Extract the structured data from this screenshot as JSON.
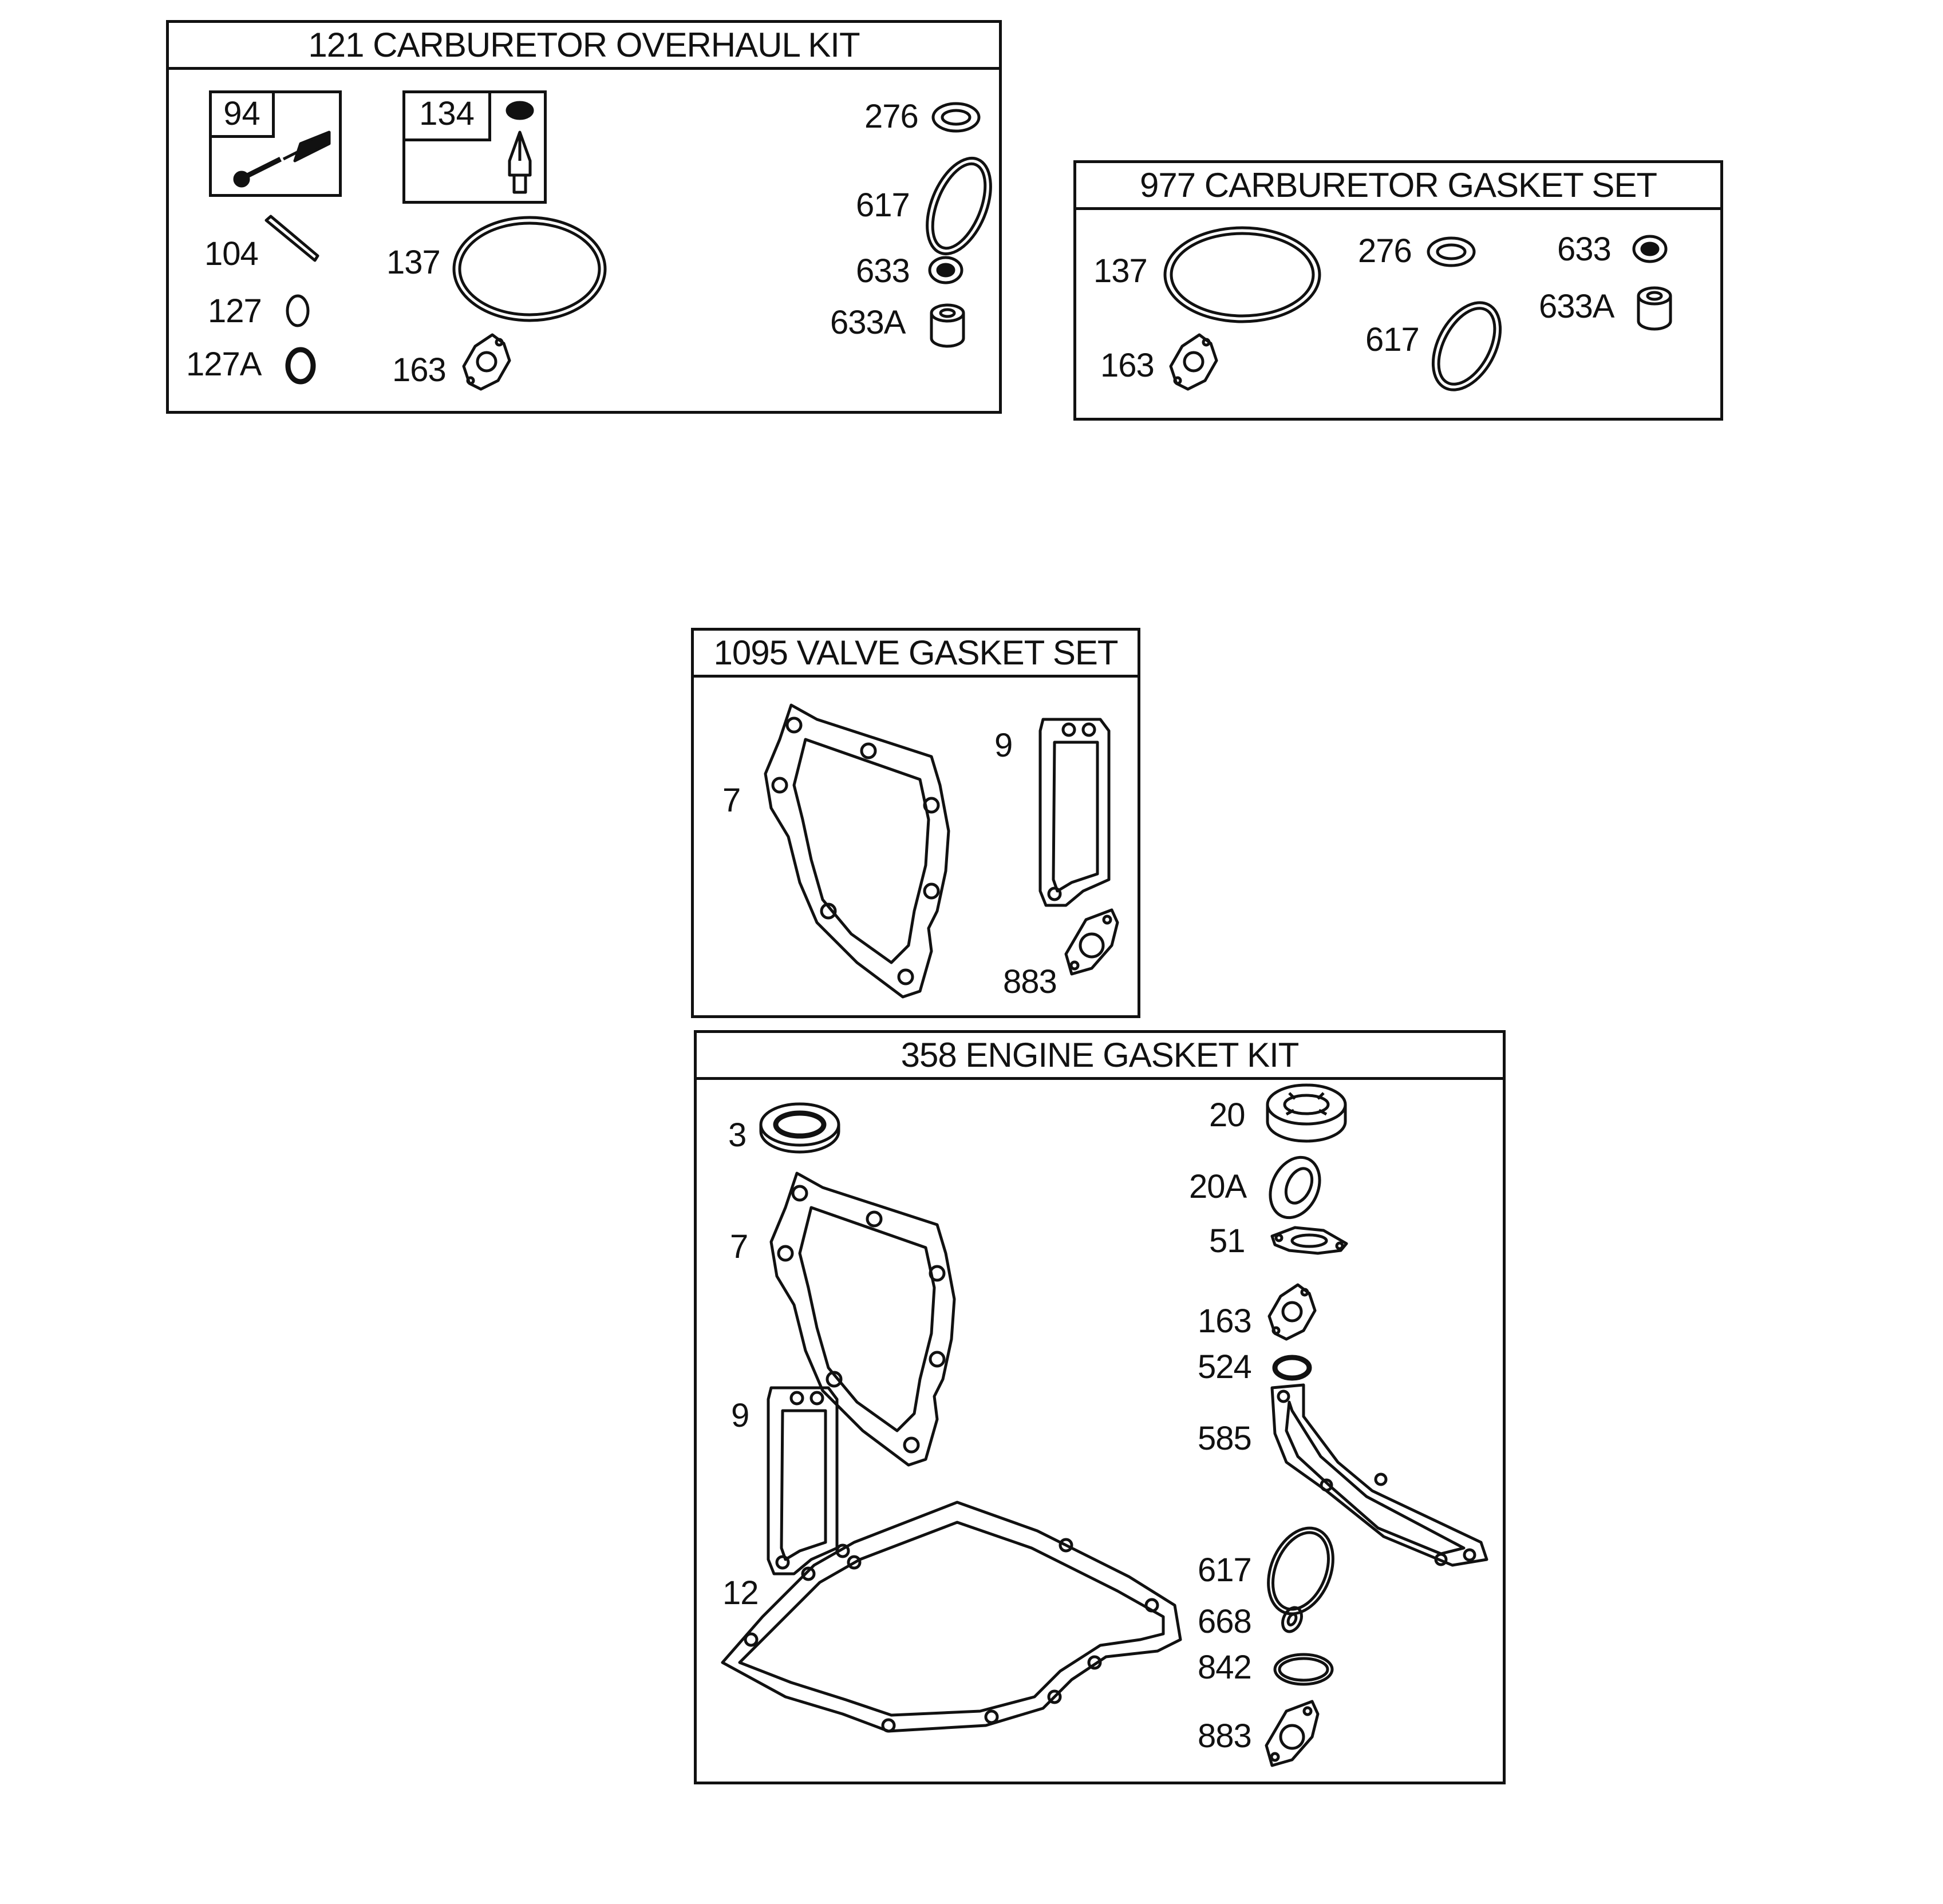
{
  "kits": {
    "carb_overhaul": {
      "title": "121 CARBURETOR OVERHAUL KIT",
      "sub94": "94",
      "sub134": "134",
      "parts": [
        "104",
        "127",
        "127A",
        "137",
        "163",
        "276",
        "617",
        "633",
        "633A"
      ]
    },
    "carb_gasket": {
      "title": "977 CARBURETOR GASKET SET",
      "parts": [
        "137",
        "163",
        "276",
        "617",
        "633",
        "633A"
      ]
    },
    "valve_gasket": {
      "title": "1095 VALVE GASKET SET",
      "parts": [
        "7",
        "9",
        "883"
      ]
    },
    "engine_gasket": {
      "title": "358 ENGINE GASKET KIT",
      "parts": [
        "3",
        "7",
        "9",
        "12",
        "20",
        "20A",
        "51",
        "163",
        "524",
        "585",
        "617",
        "668",
        "842",
        "883"
      ]
    }
  },
  "icons": [
    "needle-valve-icon",
    "inlet-needle-icon",
    "o-ring-icon",
    "seal-icon",
    "gasket-icon",
    "bushing-icon",
    "pin-icon"
  ]
}
